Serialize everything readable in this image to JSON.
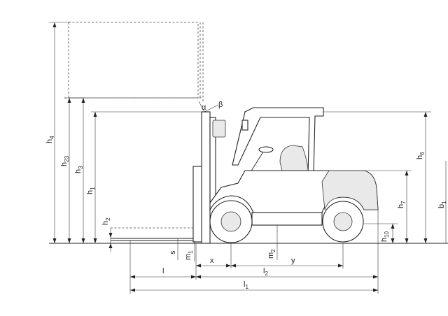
{
  "labels": {
    "h4": {
      "main": "h",
      "sub": "4"
    },
    "h23": {
      "main": "h",
      "sub": "23"
    },
    "h3": {
      "main": "h",
      "sub": "3"
    },
    "h1": {
      "main": "h",
      "sub": "1"
    },
    "h2": {
      "main": "h",
      "sub": "2"
    },
    "s": {
      "main": "s",
      "sub": ""
    },
    "m1": {
      "main": "m",
      "sub": "1"
    },
    "m2": {
      "main": "m",
      "sub": "2"
    },
    "x": {
      "main": "x",
      "sub": ""
    },
    "y": {
      "main": "y",
      "sub": ""
    },
    "l": {
      "main": "l",
      "sub": ""
    },
    "l2": {
      "main": "l",
      "sub": "2"
    },
    "l1": {
      "main": "l",
      "sub": "1"
    },
    "h6": {
      "main": "h",
      "sub": "6"
    },
    "h7": {
      "main": "h",
      "sub": "7"
    },
    "h10": {
      "main": "h",
      "sub": "10"
    },
    "b1": {
      "main": "b",
      "sub": "1"
    },
    "alpha": {
      "main": "α",
      "sub": ""
    },
    "beta": {
      "main": "β",
      "sub": ""
    }
  }
}
